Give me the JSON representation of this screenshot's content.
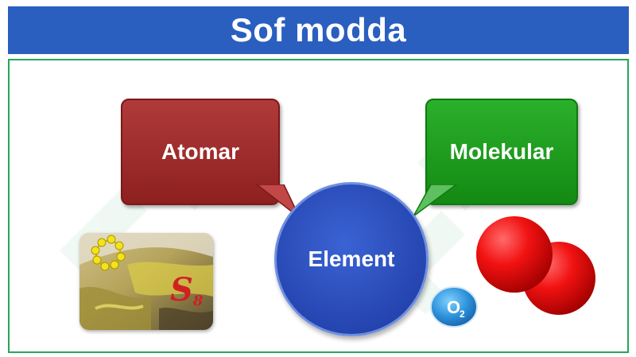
{
  "title": "Sof modda",
  "diagram": {
    "center": {
      "label": "Element"
    },
    "left_box": {
      "label": "Atomar"
    },
    "right_box": {
      "label": "Molekular"
    }
  },
  "images": {
    "sulfur_photo": {
      "formula": "S",
      "subscript": "8",
      "description_icon": "sulfur-ring-icon"
    },
    "oxygen_badge": {
      "text": "O",
      "subscript": "2"
    },
    "oxygen_molecule": {
      "icon": "oxygen-molecule-icon"
    }
  },
  "colors": {
    "title_bg": "#2a5fc0",
    "frame_border": "#2aa55a",
    "atomar_box": "#9e2b2b",
    "molekular_box": "#1f9d1f",
    "element_circle": "#2a4fc0",
    "oxygen_red": "#e01010"
  }
}
